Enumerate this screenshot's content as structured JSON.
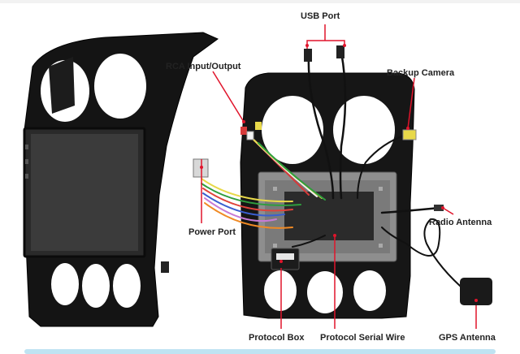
{
  "labels": {
    "usb_port": "USB Port",
    "rca": "RCA Input/Output",
    "backup_camera": "Backup Camera",
    "power_port": "Power Port",
    "radio_antenna": "Radio Antenna",
    "protocol_box": "Protocol Box",
    "protocol_serial_wire": "Protocol Serial Wire",
    "gps_antenna": "GPS Antenna"
  },
  "colors": {
    "callout": "#e0142b",
    "frame": "#161616",
    "screen": "#3a3a3a"
  }
}
